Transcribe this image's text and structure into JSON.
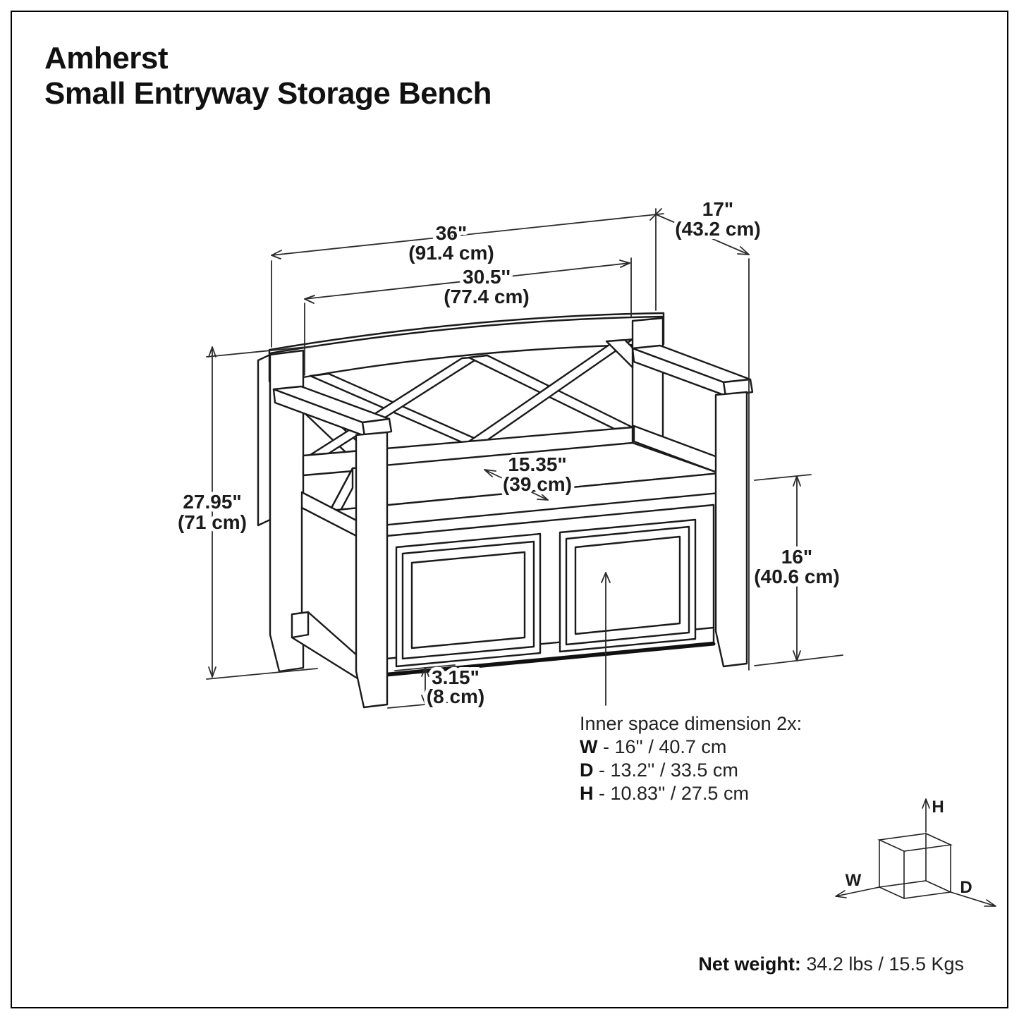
{
  "title": {
    "line1": "Amherst",
    "line2": "Small Entryway Storage Bench"
  },
  "product": "Entryway storage bench line drawing with dimensions",
  "colors": {
    "background": "#ffffff",
    "line": "#1a1a1a",
    "text": "#111111"
  },
  "dims": {
    "width": {
      "imperial": "36\"",
      "metric": "(91.4 cm)"
    },
    "inner_width": {
      "imperial": "30.5''",
      "metric": "(77.4 cm)"
    },
    "depth": {
      "imperial": "17\"",
      "metric": "(43.2 cm)"
    },
    "height": {
      "imperial": "27.95\"",
      "metric": "(71 cm)"
    },
    "seat_depth": {
      "imperial": "15.35\"",
      "metric": "(39 cm)"
    },
    "seat_height": {
      "imperial": "16\"",
      "metric": "(40.6 cm)"
    },
    "clearance": {
      "imperial": "3.15\"",
      "metric": "(8 cm)"
    }
  },
  "inner_space": {
    "heading": "Inner space dimension 2x:",
    "rows": [
      {
        "label": "W",
        "value": "- 16'' / 40.7 cm"
      },
      {
        "label": "D",
        "value": "- 13.2'' / 33.5 cm"
      },
      {
        "label": "H",
        "value": "- 10.83'' / 27.5 cm"
      }
    ]
  },
  "cube": {
    "h": "H",
    "w": "W",
    "d": "D"
  },
  "net_weight": {
    "label": "Net weight:",
    "value": "34.2 lbs / 15.5 Kgs"
  }
}
